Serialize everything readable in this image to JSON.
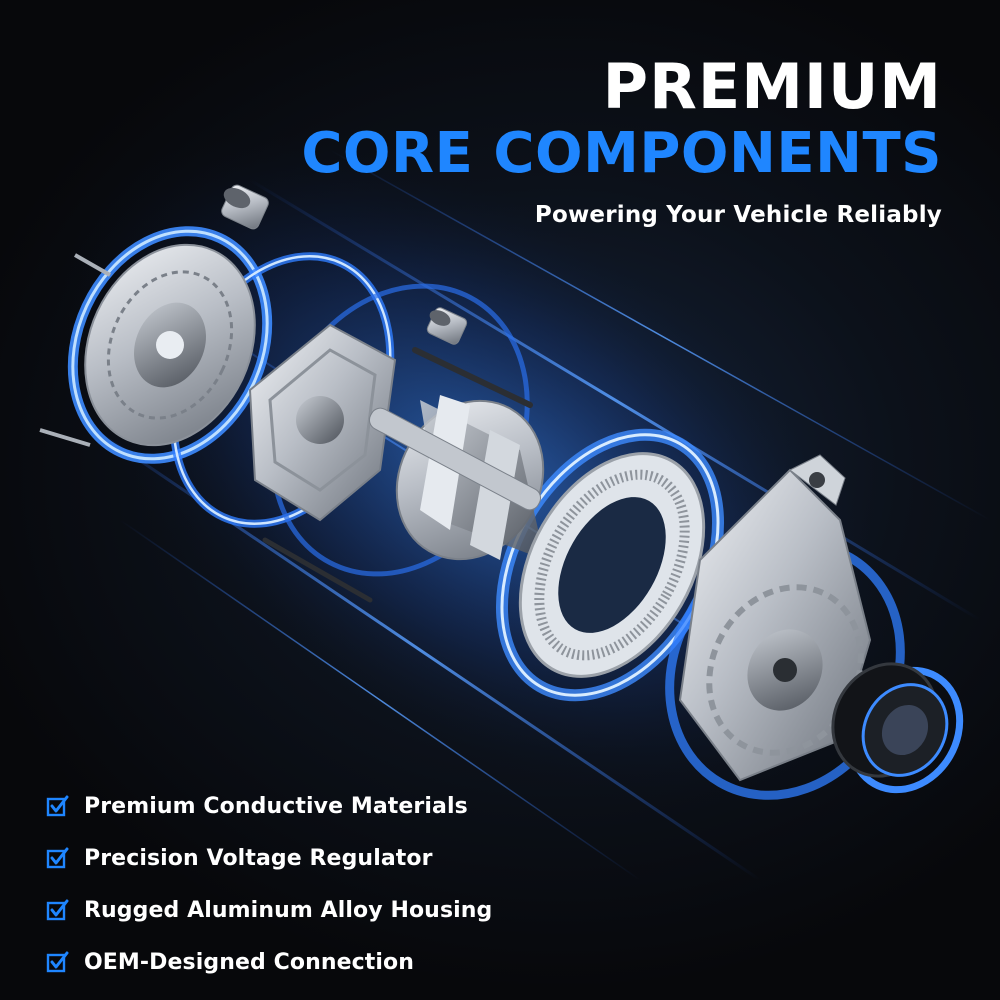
{
  "heading": {
    "line1": "PREMIUM",
    "line2": "CORE COMPONENTS",
    "subtitle": "Powering Your Vehicle Reliably"
  },
  "features": [
    {
      "label": "Premium Conductive Materials",
      "icon": "checkbox-checked-icon"
    },
    {
      "label": "Precision Voltage Regulator",
      "icon": "checkbox-checked-icon"
    },
    {
      "label": "Rugged Aluminum Alloy Housing",
      "icon": "checkbox-checked-icon"
    },
    {
      "label": "OEM-Designed Connection",
      "icon": "checkbox-checked-icon"
    }
  ],
  "colors": {
    "background": "#0a0b0f",
    "accent_blue": "#1f86ff",
    "text": "#ffffff",
    "glow": "#2f7dff"
  }
}
